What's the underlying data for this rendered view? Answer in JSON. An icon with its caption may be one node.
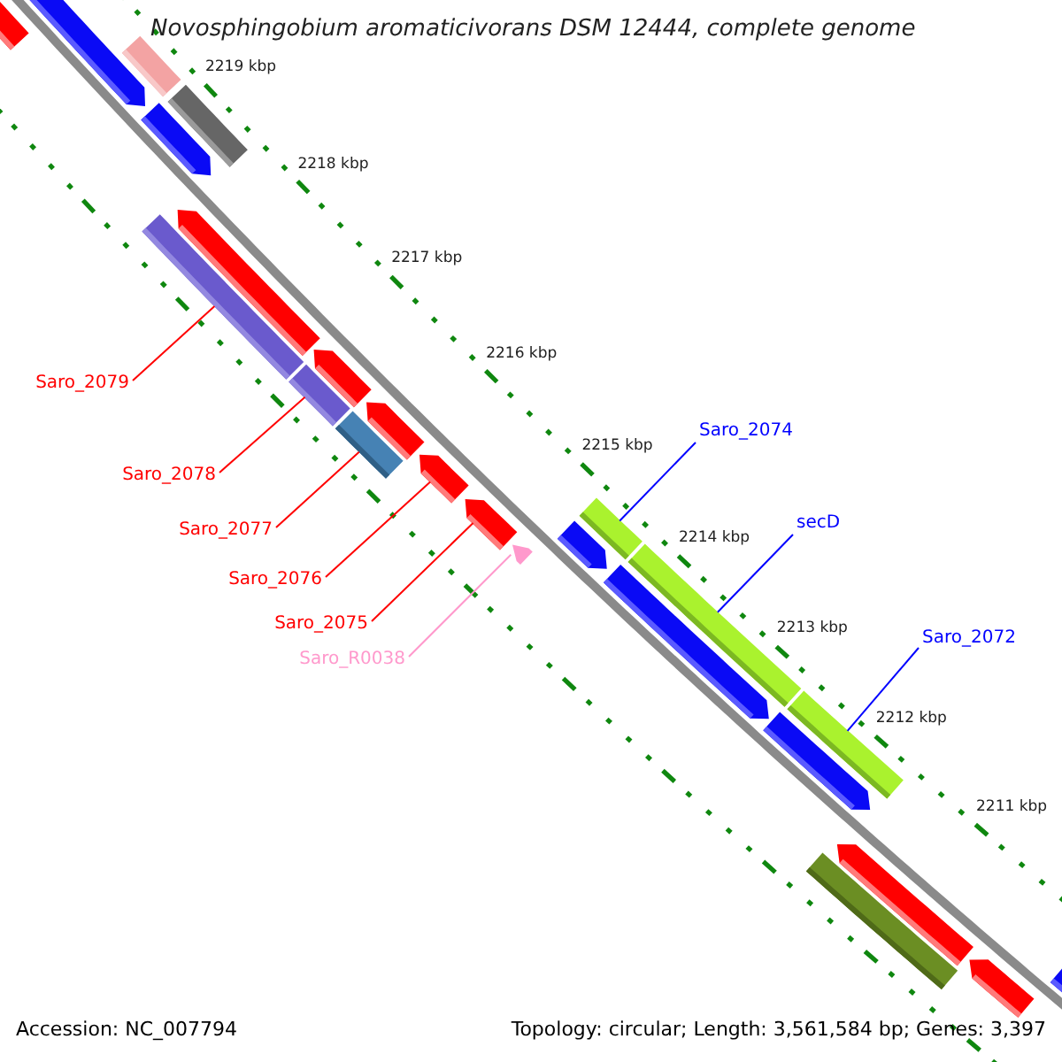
{
  "diagram": {
    "title": "Novosphingobium aromaticivorans DSM 12444, complete genome",
    "nodes": [
      {
        "text": [
          "Saro_2079"
        ]
      },
      {
        "text": [
          "Saro_2078"
        ]
      },
      {
        "text": [
          "Saro_2077"
        ]
      },
      {
        "text": [
          "Saro_2076"
        ]
      },
      {
        "text": [
          "Saro_2075"
        ]
      },
      {
        "text": [
          "Saro_R0038"
        ]
      },
      {
        "text": [
          "Saro_2074"
        ]
      },
      {
        "text": [
          "secD"
        ]
      },
      {
        "text": [
          "Saro_2072"
        ]
      },
      {
        "text": [],
        "shape": "bar"
      },
      {
        "text": [],
        "shape": "bar"
      },
      {
        "text": [],
        "shape": "bar"
      },
      {
        "text": [],
        "shape": "bar"
      },
      {
        "text": [],
        "shape": "bar"
      },
      {
        "text": [],
        "shape": "bar"
      },
      {
        "text": [],
        "shape": "bar"
      },
      {
        "text": [],
        "shape": "bar"
      },
      {
        "text": [],
        "shape": "bar"
      },
      {
        "text": [],
        "shape": "bar"
      },
      {
        "text": [],
        "shape": "bar"
      },
      {
        "text": [],
        "shape": "bar"
      },
      {
        "text": [],
        "shape": "bar"
      },
      {
        "text": [],
        "shape": "bar"
      },
      {
        "text": [],
        "shape": "bar"
      },
      {
        "text": [],
        "shape": "bar"
      },
      {
        "text": [],
        "shape": "bar"
      },
      {
        "text": [],
        "shape": "bar"
      },
      {
        "text": [],
        "shape": "bar"
      },
      {
        "text": [],
        "shape": "bar"
      },
      {
        "text": [],
        "shape": "bar"
      },
      {
        "text": [],
        "shape": "bar"
      },
      {
        "text": [],
        "shape": "bar"
      },
      {
        "text": [],
        "shape": "bar"
      }
    ],
    "edges": [
      {
        "from": 0,
        "to": 14,
        "arrow": "none"
      },
      {
        "from": 1,
        "to": 16,
        "arrow": "none"
      },
      {
        "from": 2,
        "to": 18,
        "arrow": "none"
      },
      {
        "from": 3,
        "to": 20,
        "arrow": "none"
      },
      {
        "from": 4,
        "to": 21,
        "arrow": "none"
      },
      {
        "from": 5,
        "to": 22,
        "arrow": "none",
        "color": "#ff99cc"
      },
      {
        "from": 6,
        "to": 23,
        "arrow": "none",
        "color": "#0000ff"
      },
      {
        "from": 7,
        "to": 25,
        "arrow": "none",
        "color": "#0000ff"
      },
      {
        "from": 8,
        "to": 27,
        "arrow": "none",
        "color": "#0000ff"
      }
    ],
    "labels": [
      "2219 kbp",
      "2218 kbp",
      "2217 kbp",
      "2216 kbp",
      "2215 kbp",
      "2214 kbp",
      "2213 kbp",
      "2212 kbp",
      "2211 kbp",
      "Accession: NC_007794",
      "Topology: circular; Length: 3,561,584 bp; Genes: 3,397"
    ]
  }
}
